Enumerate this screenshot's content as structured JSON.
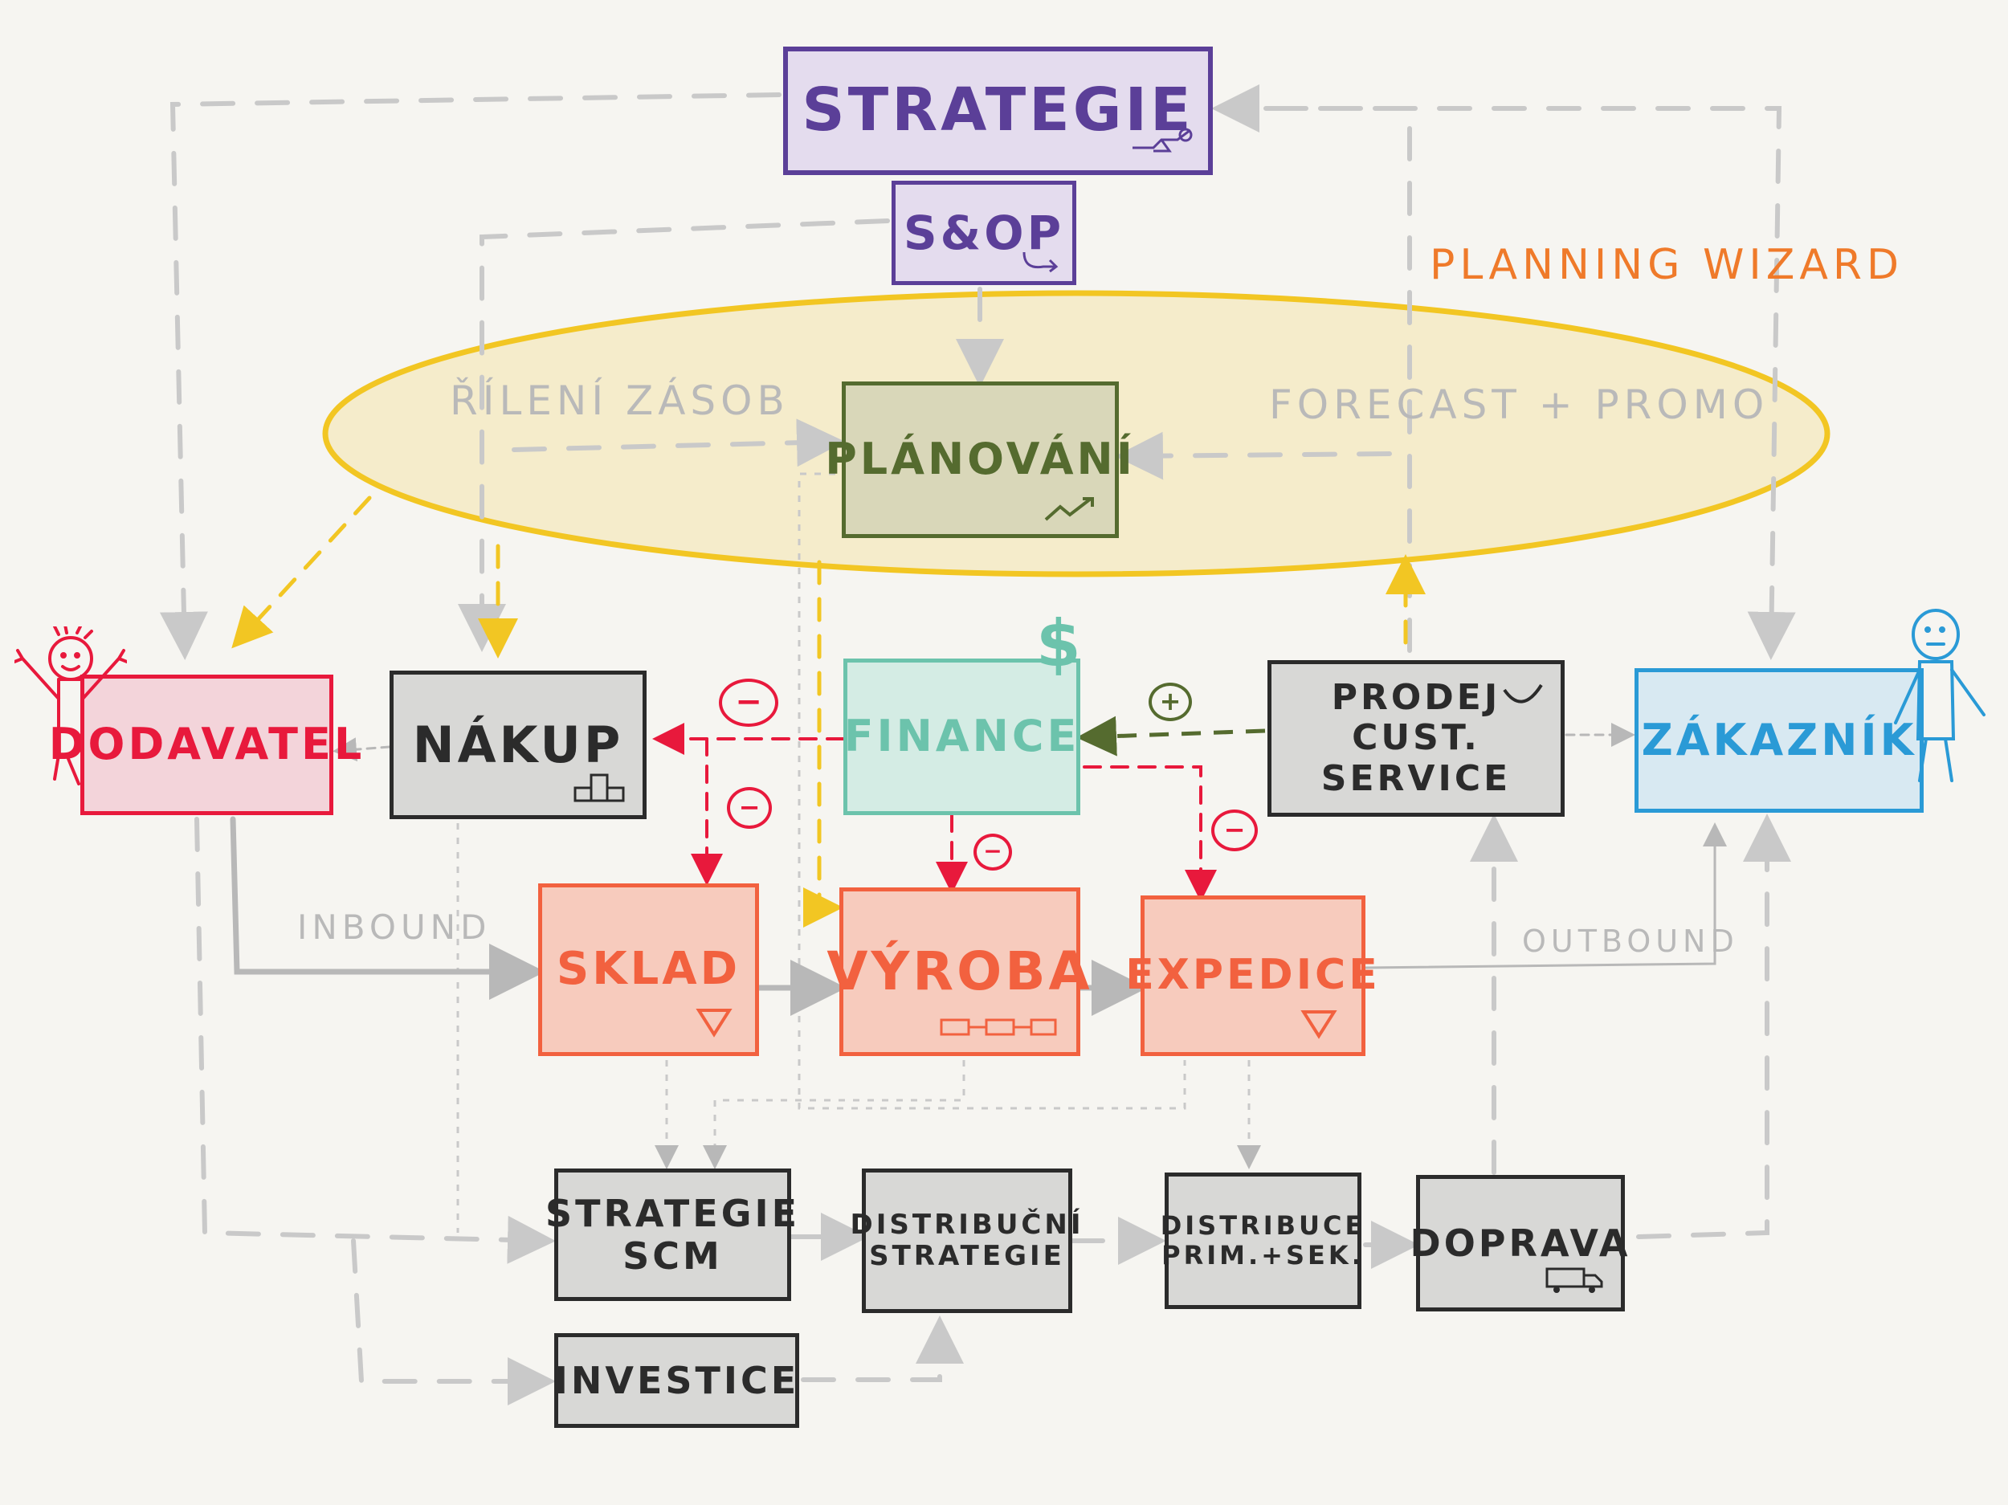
{
  "colors": {
    "strategy": "#5b3f98",
    "planning": "#556b2f",
    "supplier": "#e8193c",
    "finance": "#6cc3ac",
    "customer": "#2a9ad6",
    "ops": "#f2613f",
    "gray_line": "#c9c9c9",
    "yellow": "#f2c623",
    "wizard": "#ef7a2a"
  },
  "labels": {
    "strategie": "STRATEGIE",
    "sop": "S&OP",
    "planovani": "PLÁNOVÁNÍ",
    "rizeni_zasob": "ŘÍLENÍ ZÁSOB",
    "forecast_promo": "FORECAST + PROMO",
    "planning_wizard": "PLANNING WIZARD",
    "dodavatel": "DODAVATEL",
    "nakup": "NÁKUP",
    "finance": "FINANCE",
    "prodej": "PRODEJ\nCUST. SERVICE",
    "zakaznik": "ZÁKAZNÍK",
    "sklad": "SKLAD",
    "vyroba": "VÝROBA",
    "expedice": "EXPEDICE",
    "inbound": "INBOUND",
    "outbound": "OUTBOUND",
    "strategie_scm": "STRATEGIE\nSCM",
    "distribucni_strategie": "DISTRIBUČNÍ\nSTRATEGIE",
    "distribuce": "DISTRIBUCE\nPRIM.+SEK.",
    "doprava": "DOPRAVA",
    "investice": "INVESTICE"
  },
  "marks": {
    "plus": "+",
    "minus": "−",
    "dollar": "$"
  },
  "icons": [
    "handshake-icon",
    "cycle-arrow-icon",
    "trend-up-icon",
    "boxes-icon",
    "dollar-icon",
    "smile-icon",
    "triangle-down-icon",
    "production-line-icon",
    "truck-icon",
    "supplier-figure-icon",
    "customer-figure-icon"
  ]
}
